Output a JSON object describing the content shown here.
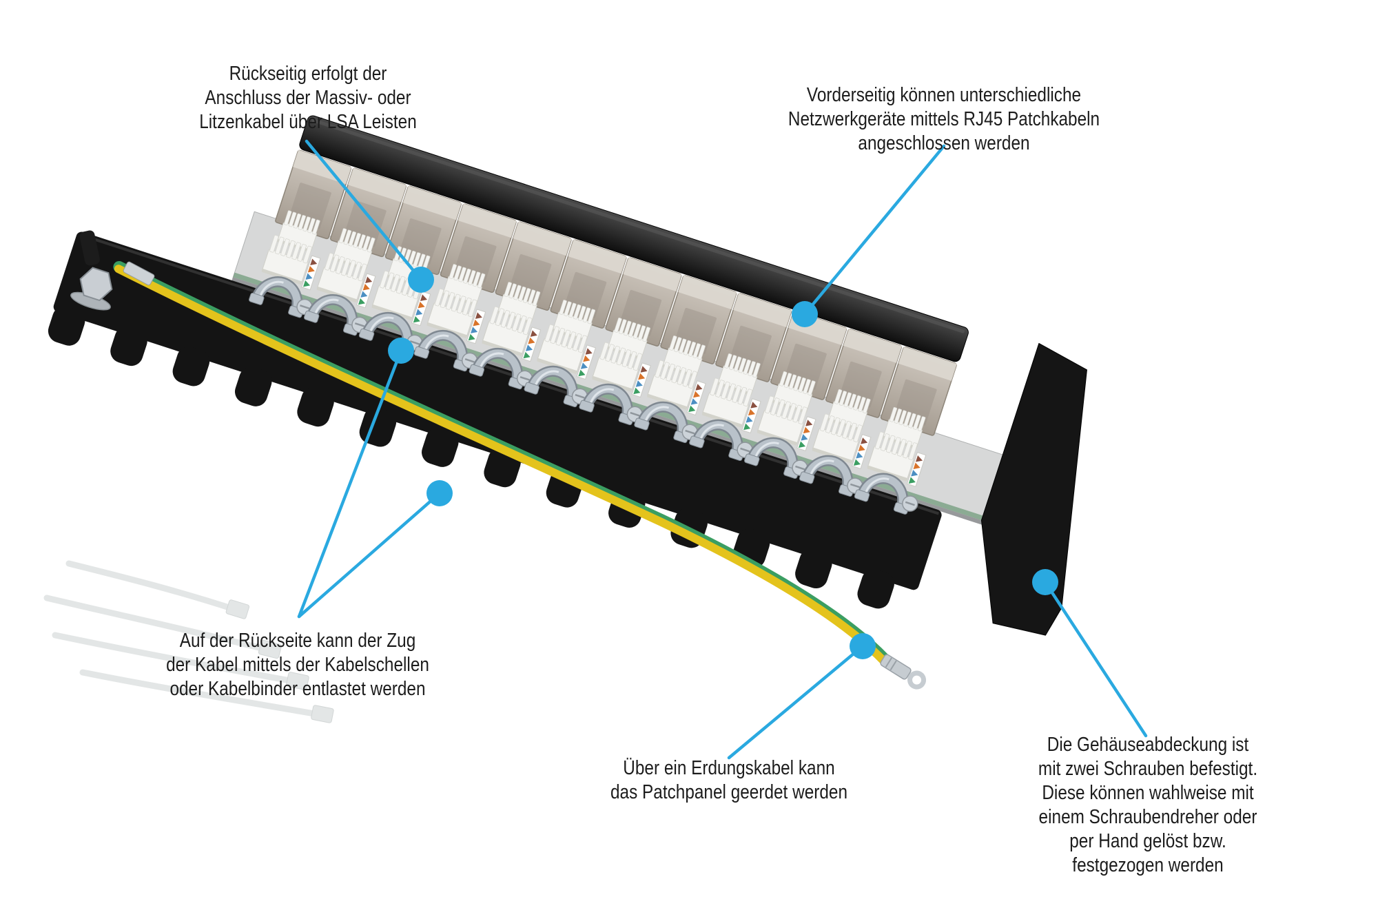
{
  "callouts": {
    "lsa": {
      "lines": [
        "Rückseitig erfolgt der",
        "Anschluss der Massiv- oder",
        "Litzenkabel über LSA Leisten"
      ]
    },
    "front_ports": {
      "lines": [
        "Vorderseitig können unterschiedliche",
        "Netzwerkgeräte mittels RJ45 Patchkabeln",
        "angeschlossen werden"
      ]
    },
    "strain_relief": {
      "lines": [
        "Auf der Rückseite kann der Zug",
        "der Kabel mittels der Kabelschellen",
        "oder Kabelbinder entlastet werden"
      ]
    },
    "grounding": {
      "lines": [
        "Über ein Erdungskabel kann",
        "das Patchpanel geerdet werden"
      ]
    },
    "cover": {
      "lines": [
        "Die Gehäuseabdeckung ist",
        "mit zwei Schrauben befestigt.",
        "Diese können wahlweise mit",
        "einem Schraubendreher oder",
        "per Hand gelöst bzw.",
        "festgezogen werden"
      ]
    }
  },
  "colors": {
    "callout_blue": "#2aa9e0",
    "text_black": "#1c1c1c",
    "background": "#ffffff",
    "panel_black": "#141414",
    "ground_wire_yellow": "#e4c31c",
    "ground_wire_green": "#3b9e62",
    "metal_silver": "#c9ced3",
    "jack_metal": "#b6aea4",
    "lsa_block_white": "#f4f4f1"
  },
  "icons": {
    "callout_dot": "filled-circle-marker"
  }
}
